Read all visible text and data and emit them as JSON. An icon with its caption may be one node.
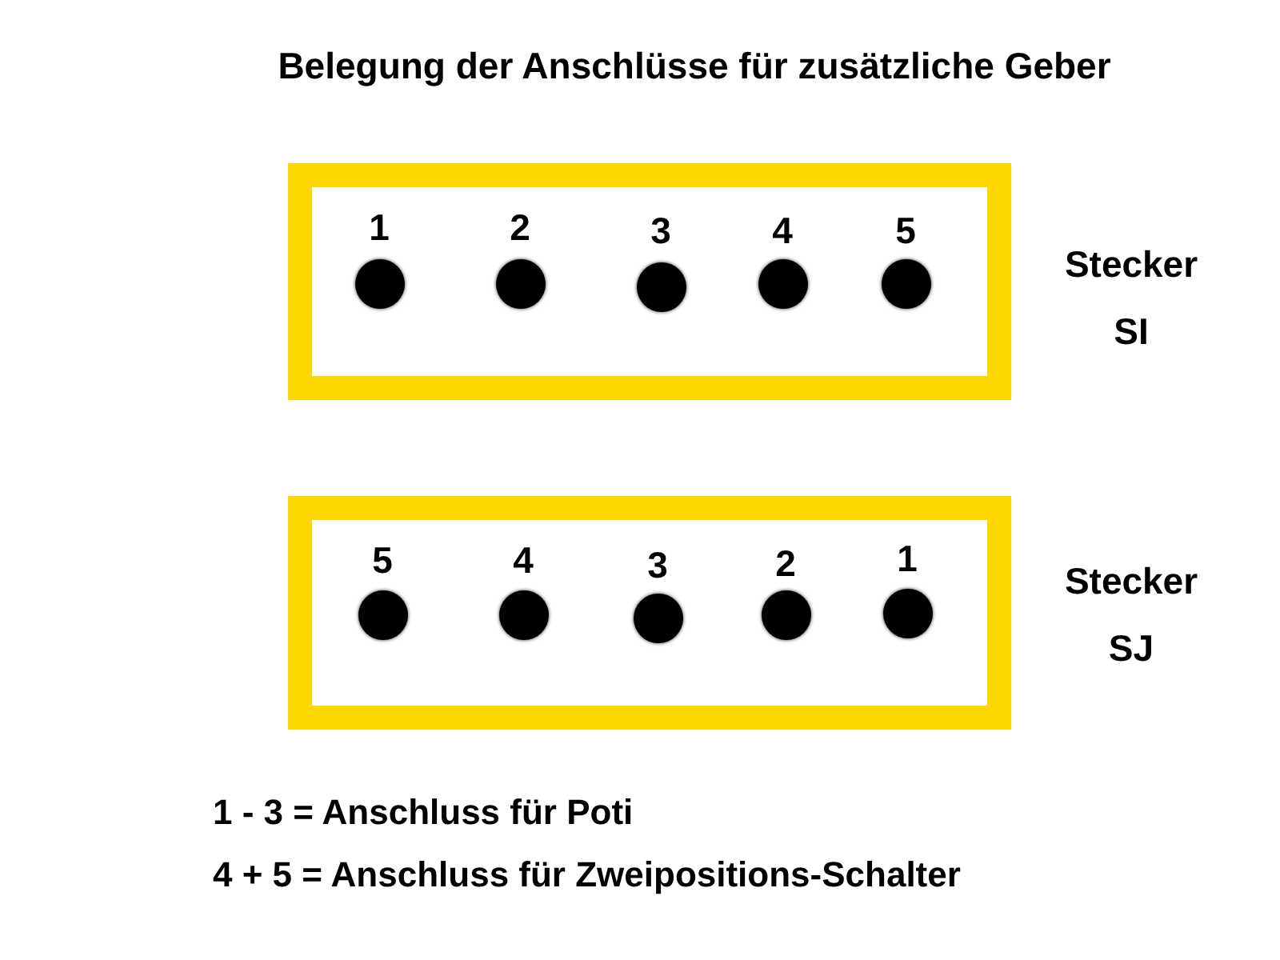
{
  "diagram": {
    "title": "Belegung der Anschlüsse für zusätzliche Geber",
    "nodes": [
      {
        "text": [
          "Stecker SI"
        ]
      },
      {
        "text": [
          "Stecker SJ"
        ]
      }
    ],
    "labels": [
      "1",
      "2",
      "3",
      "4",
      "5",
      "5",
      "4",
      "3",
      "2",
      "1",
      "1 - 3 = Anschluss für Poti",
      "4 + 5 = Anschluss für Zweipositions-Schalter"
    ]
  }
}
